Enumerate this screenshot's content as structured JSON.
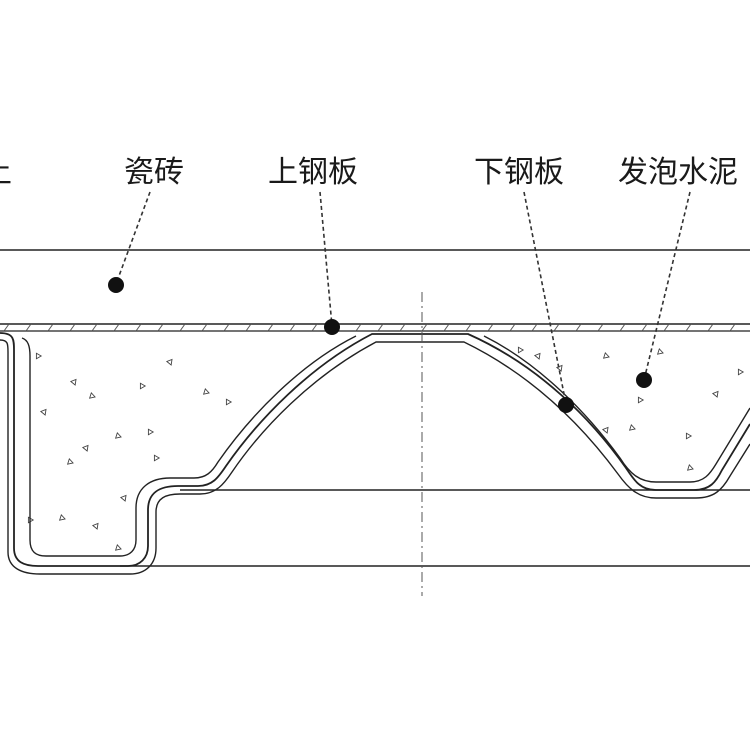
{
  "labels": {
    "left_clipped": "土",
    "tile": "瓷砖",
    "upper_steel": "上钢板",
    "lower_steel": "下钢板",
    "foam": "发泡水泥"
  }
}
